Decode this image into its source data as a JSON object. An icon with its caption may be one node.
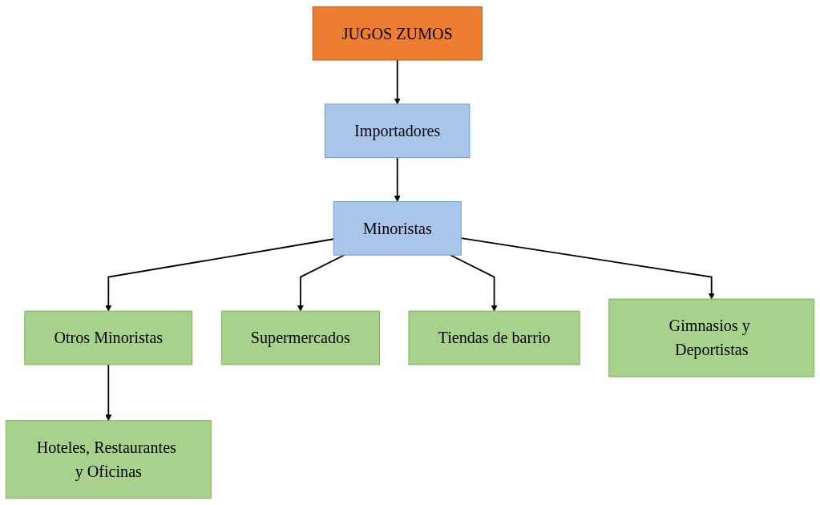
{
  "diagram": {
    "nodes": [
      {
        "text": [
          "JUGOS ZUMOS"
        ]
      },
      {
        "text": [
          "Importadores"
        ]
      },
      {
        "text": [
          "Minoristas"
        ]
      },
      {
        "text": [
          "Otros Minoristas"
        ]
      },
      {
        "text": [
          "Supermercados"
        ]
      },
      {
        "text": [
          "Hoteles, Restaurantes y Oficinas"
        ]
      },
      {
        "text": [
          "Tiendas de barrio"
        ]
      },
      {
        "text": [
          "Gimnasios y Deportistas"
        ]
      }
    ],
    "edges": [
      {
        "from": 0,
        "to": 1,
        "arrow": "to"
      },
      {
        "from": 1,
        "to": 2,
        "arrow": "to"
      },
      {
        "from": 2,
        "to": 3,
        "arrow": "to"
      },
      {
        "from": 2,
        "to": 4,
        "arrow": "to"
      },
      {
        "from": 3,
        "to": 5,
        "arrow": "to"
      },
      {
        "from": 2,
        "to": 6,
        "arrow": "to"
      },
      {
        "from": 2,
        "to": 7,
        "arrow": "to"
      }
    ]
  }
}
